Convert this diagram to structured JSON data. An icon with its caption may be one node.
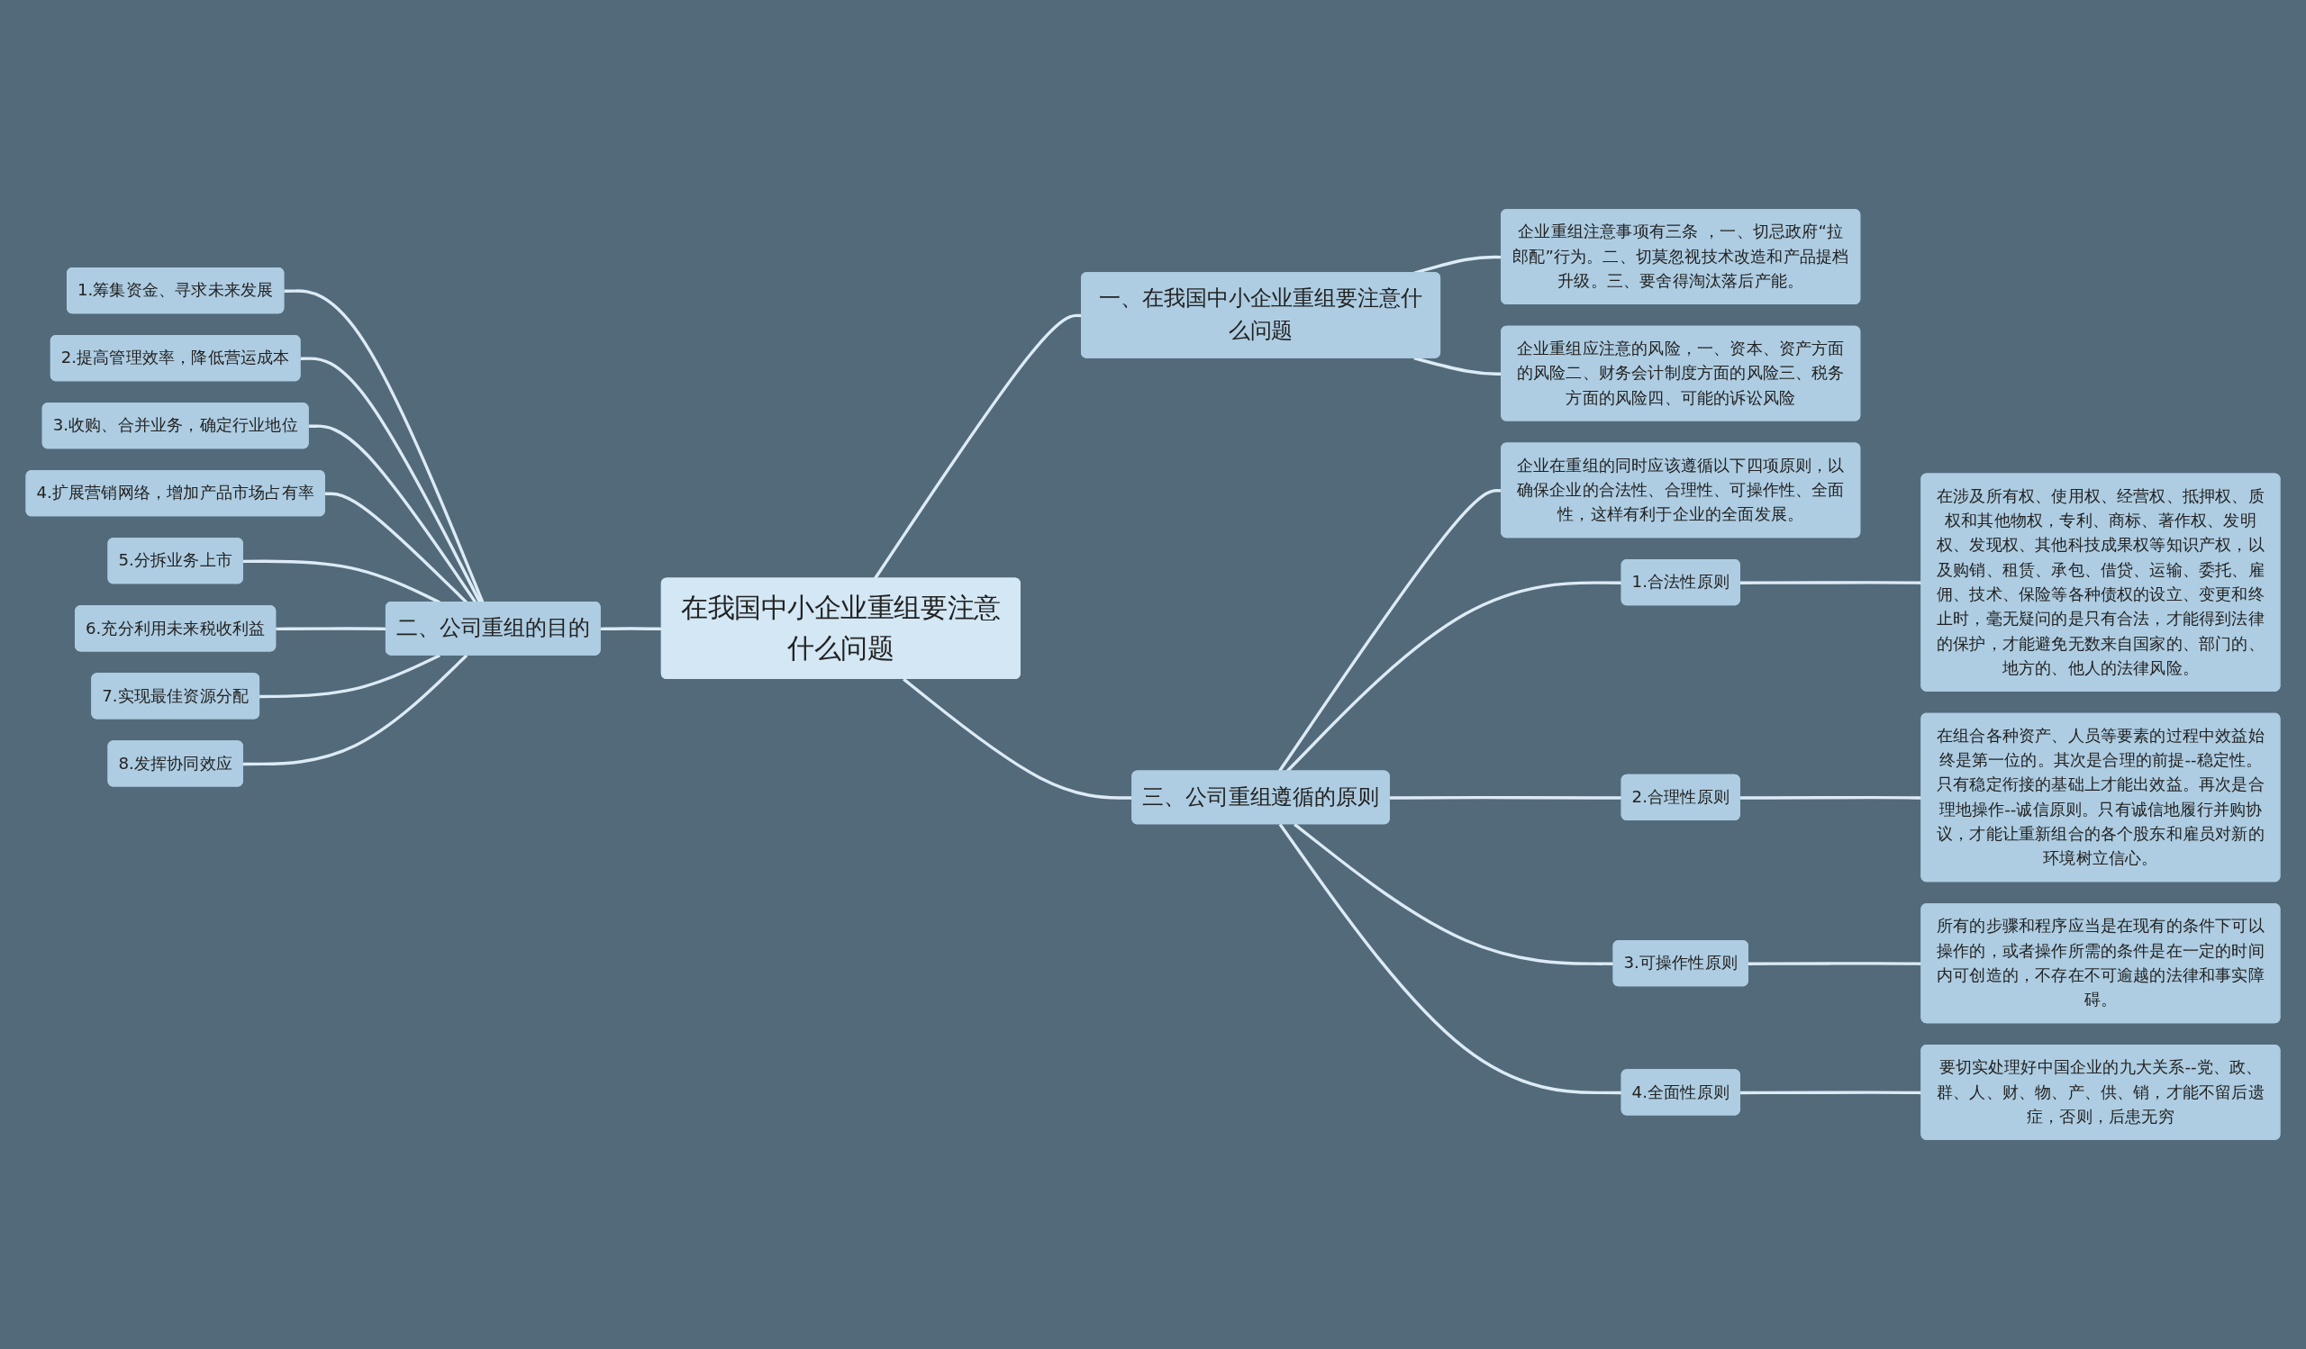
{
  "diagram": {
    "nodes": [
      {
        "text": [
          "在我国中小企业重组要注意什么问题"
        ]
      },
      {
        "text": [
          "一、在我国中小企业重组要注意什么问题"
        ]
      },
      {
        "text": [
          "企业重组注意事项有三条 ，一、切忌政府“拉郎配”行为。二、切莫忽视技术改造和产品提档升级。三、要舍得淘汰落后产能。"
        ]
      },
      {
        "text": [
          "企业重组应注意的风险，一、资本、资产方面的风险二、财务会计制度方面的风险三、税务方面的风险四、可能的诉讼风险"
        ]
      },
      {
        "text": [
          "二、公司重组的目的"
        ]
      },
      {
        "text": [
          "1.筹集资金、寻求未来发展"
        ]
      },
      {
        "text": [
          "2.提高管理效率，降低营运成本"
        ]
      },
      {
        "text": [
          "3.收购、合并业务，确定行业地位"
        ]
      },
      {
        "text": [
          "4.扩展营销网络，增加产品市场占有率"
        ]
      },
      {
        "text": [
          "5.分拆业务上市"
        ]
      },
      {
        "text": [
          "6.充分利用未来税收利益"
        ]
      },
      {
        "text": [
          "7.实现最佳资源分配"
        ]
      },
      {
        "text": [
          "8.发挥协同效应"
        ]
      },
      {
        "text": [
          "三、公司重组遵循的原则"
        ]
      },
      {
        "text": [
          "企业在重组的同时应该遵循以下四项原则，以确保企业的合法性、合理性、可操作性、全面性，这样有利于企业的全面发展。"
        ]
      },
      {
        "text": [
          "1.合法性原则"
        ]
      },
      {
        "text": [
          "在涉及所有权、使用权、经营权、抵押权、质权和其他物权，专利、商标、著作权、发明权、发现权、其他科技成果权等知识产权，以及购销、租赁、承包、借贷、运输、委托、雇佣、技术、保险等各种债权的设立、变更和终止时，毫无疑问的是只有合法，才能得到法律的保护，才能避免无数来自国家的、部门的、地方的、他人的法律风险。"
        ]
      },
      {
        "text": [
          "2.合理性原则"
        ]
      },
      {
        "text": [
          "在组合各种资产、人员等要素的过程中效益始终是第一位的。其次是合理的前提--稳定性。只有稳定衔接的基础上才能出效益。再次是合理地操作--诚信原则。只有诚信地履行并购协议，才能让重新组合的各个股东和雇员对新的环境树立信心。"
        ]
      },
      {
        "text": [
          "3.可操作性原则"
        ]
      },
      {
        "text": [
          "所有的步骤和程序应当是在现有的条件下可以操作的，或者操作所需的条件是在一定的时间内可创造的，不存在不可逾越的法律和事实障碍。"
        ]
      },
      {
        "text": [
          "4.全面性原则"
        ]
      },
      {
        "text": [
          "要切实处理好中国企业的九大关系--党、政、群、人、财、物、产、供、销，才能不留后遗症，否则，后患无穷"
        ]
      }
    ],
    "edges": [
      {
        "from": 0,
        "to": 1,
        "arrow": "none"
      },
      {
        "from": 1,
        "to": 2,
        "arrow": "none"
      },
      {
        "from": 1,
        "to": 3,
        "arrow": "none"
      },
      {
        "from": 0,
        "to": 4,
        "arrow": "none"
      },
      {
        "from": 4,
        "to": 5,
        "arrow": "none"
      },
      {
        "from": 4,
        "to": 6,
        "arrow": "none"
      },
      {
        "from": 4,
        "to": 7,
        "arrow": "none"
      },
      {
        "from": 4,
        "to": 8,
        "arrow": "none"
      },
      {
        "from": 4,
        "to": 9,
        "arrow": "none"
      },
      {
        "from": 4,
        "to": 10,
        "arrow": "none"
      },
      {
        "from": 4,
        "to": 11,
        "arrow": "none"
      },
      {
        "from": 4,
        "to": 12,
        "arrow": "none"
      },
      {
        "from": 0,
        "to": 13,
        "arrow": "none"
      },
      {
        "from": 13,
        "to": 14,
        "arrow": "none"
      },
      {
        "from": 13,
        "to": 15,
        "arrow": "none"
      },
      {
        "from": 15,
        "to": 16,
        "arrow": "none"
      },
      {
        "from": 13,
        "to": 17,
        "arrow": "none"
      },
      {
        "from": 17,
        "to": 18,
        "arrow": "none"
      },
      {
        "from": 13,
        "to": 19,
        "arrow": "none"
      },
      {
        "from": 19,
        "to": 20,
        "arrow": "none"
      },
      {
        "from": 13,
        "to": 21,
        "arrow": "none"
      },
      {
        "from": 21,
        "to": 22,
        "arrow": "none"
      }
    ]
  }
}
